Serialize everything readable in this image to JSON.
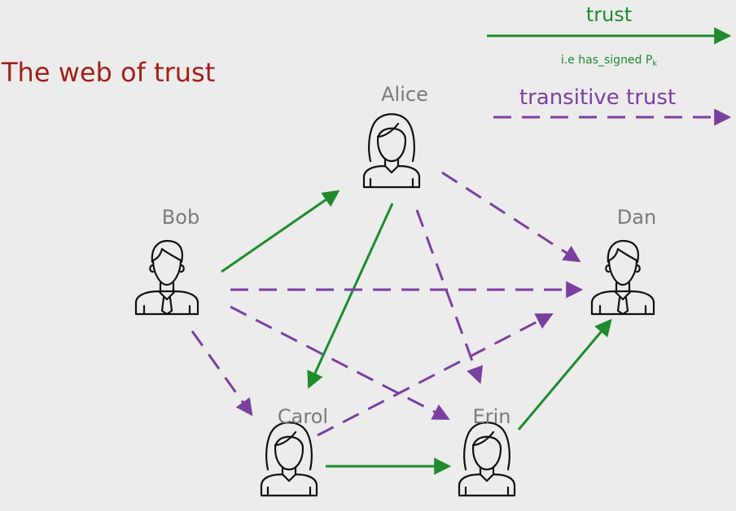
{
  "title": "The web of trust",
  "colors": {
    "title": "#a31f1a",
    "trust": "#1f8a2e",
    "transitive": "#7b3fa0",
    "label": "#7a7a7a",
    "background": "#ececec"
  },
  "legend": {
    "trust_label": "trust",
    "trust_sub": "i.e has_signed P",
    "trust_sub_subscript": "k",
    "transitive_label": "transitive trust"
  },
  "people": [
    {
      "id": "alice",
      "name": "Alice",
      "gender": "female",
      "icon": "person-female-icon"
    },
    {
      "id": "bob",
      "name": "Bob",
      "gender": "male",
      "icon": "person-male-icon"
    },
    {
      "id": "dan",
      "name": "Dan",
      "gender": "male",
      "icon": "person-male-icon"
    },
    {
      "id": "carol",
      "name": "Carol",
      "gender": "female",
      "icon": "person-female-icon"
    },
    {
      "id": "erin",
      "name": "Erin",
      "gender": "female",
      "icon": "person-female-icon"
    }
  ],
  "trust_edges": [
    {
      "from": "bob",
      "to": "alice"
    },
    {
      "from": "alice",
      "to": "carol"
    },
    {
      "from": "carol",
      "to": "erin"
    },
    {
      "from": "erin",
      "to": "dan"
    }
  ],
  "transitive_edges": [
    {
      "from": "alice",
      "to": "dan"
    },
    {
      "from": "alice",
      "to": "erin"
    },
    {
      "from": "bob",
      "to": "dan"
    },
    {
      "from": "bob",
      "to": "erin"
    },
    {
      "from": "bob",
      "to": "carol"
    },
    {
      "from": "carol",
      "to": "dan"
    }
  ]
}
